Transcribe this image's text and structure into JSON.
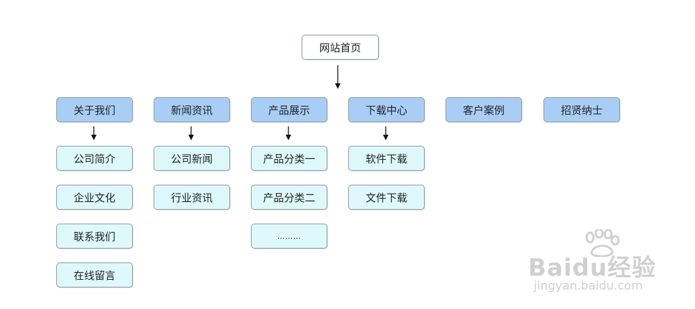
{
  "root": {
    "label": "网站首页"
  },
  "categories": [
    {
      "label": "关于我们",
      "children": [
        "公司简介",
        "企业文化",
        "联系我们",
        "在线留言"
      ]
    },
    {
      "label": "新闻资讯",
      "children": [
        "公司新闻",
        "行业资讯"
      ]
    },
    {
      "label": "产品展示",
      "children": [
        "产品分类一",
        "产品分类二",
        "………"
      ]
    },
    {
      "label": "下载中心",
      "children": [
        "软件下载",
        "文件下载"
      ]
    },
    {
      "label": "客户案例",
      "children": []
    },
    {
      "label": "招贤纳士",
      "children": []
    }
  ],
  "watermark": {
    "logo_text": "Baidu经验",
    "url": "jingyan.baidu.com"
  },
  "colors": {
    "root_fill": "#ffffff",
    "category_fill": "#a9cef5",
    "child_fill": "#def9fb",
    "border": "#8a9aa6",
    "arrow": "#111111"
  }
}
